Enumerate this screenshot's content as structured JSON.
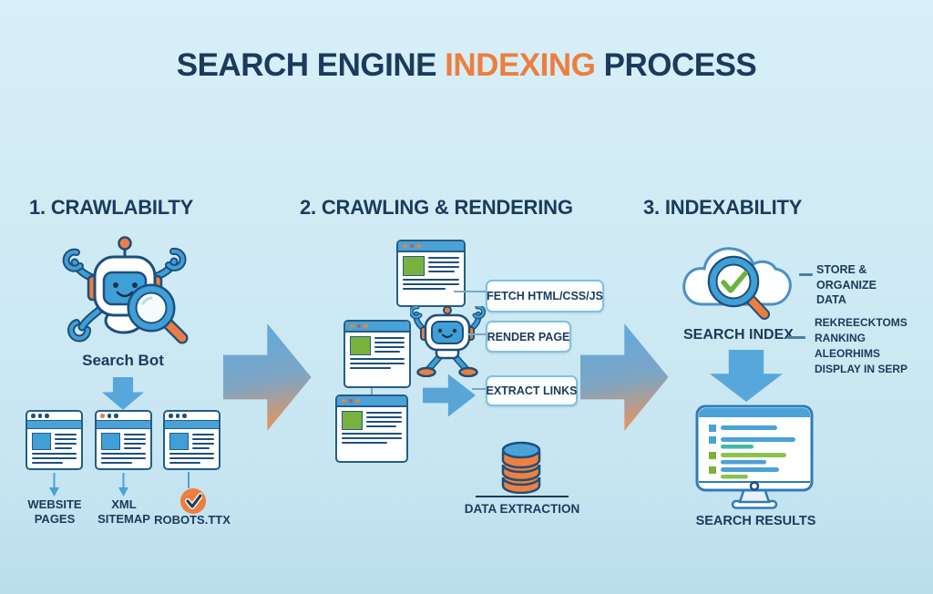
{
  "title": {
    "pre": "SEARCH ENGINE ",
    "highlight": "INDEXING",
    "post": " PROCESS"
  },
  "sections": {
    "one": {
      "heading": "1. CRAWLABILTY",
      "bot_label": "Search Bot",
      "items": [
        {
          "line1": "WEBSITE",
          "line2": "PAGES"
        },
        {
          "line1": "XML",
          "line2": "SITEMAP"
        },
        {
          "line1": "ROBOTS.TTX",
          "line2": ""
        }
      ]
    },
    "two": {
      "heading": "2. CRAWLING & RENDERING",
      "steps": [
        "FETCH HTML/CSS/JS",
        "RENDER PAGE",
        "EXTRACT LINKS"
      ],
      "database_label": "DATA EXTRACTION"
    },
    "three": {
      "heading": "3. INDEXABILITY",
      "index_label": "SEARCH INDEX",
      "note_store": {
        "line1": "STORE & ORGANIZE",
        "line2": "DATA"
      },
      "note_ranking": {
        "line1": "REKREECKTOMS",
        "line2": "RANKING ALEORHIMS",
        "line3": "DISPLAY IN SERP"
      },
      "monitor_label": "SEARCH RESULTS"
    }
  },
  "colors": {
    "background": "#cfe9f3",
    "navy": "#1b3a5c",
    "orange": "#ee7e3d",
    "blue": "#4aa2d8",
    "green": "#79b13f"
  }
}
